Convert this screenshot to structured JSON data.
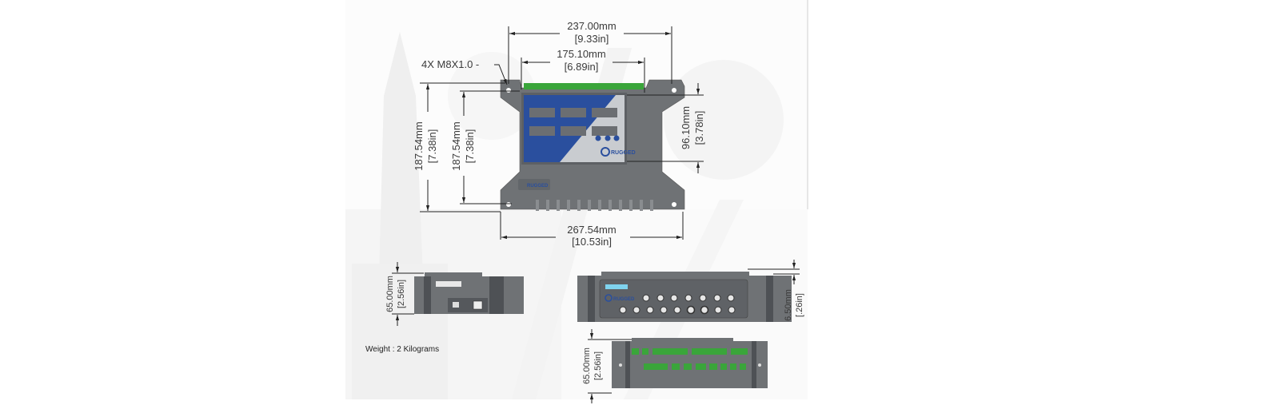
{
  "drawing": {
    "top_view": {
      "overall_width": {
        "mm": "237.00mm",
        "in": "[9.33in]"
      },
      "hole_spacing": {
        "mm": "175.10mm",
        "in": "[6.89in]"
      },
      "mount_callout": "4X M8X1.0 -",
      "panel_height": {
        "mm": "96.10mm",
        "in": "[3.78in]"
      },
      "overall_height": {
        "mm": "187.54mm",
        "in": "[7.38in]"
      },
      "hole_height": {
        "mm": "187.54mm",
        "in": "[7.38in]"
      },
      "plate_width": {
        "mm": "267.54mm",
        "in": "[10.53in]"
      },
      "brand_logo": "RUGGED"
    },
    "side_view": {
      "depth": {
        "mm": "65.00mm",
        "in": "[2.56in]"
      }
    },
    "front_view": {
      "lip": {
        "mm": "6.50mm",
        "in": "[.26in]"
      },
      "brand_logo": "RUGGED"
    },
    "bottom_view": {
      "depth": {
        "mm": "65.00mm",
        "in": "[2.56in]"
      }
    },
    "weight": "Weight : 2 Kilograms"
  },
  "colors": {
    "housing": "#6f7275",
    "panel_blue": "#2a4f9e",
    "panel_gray": "#c9ccd0",
    "terminal_green": "#3aa53a",
    "label_cyan": "#7fd3ee"
  }
}
